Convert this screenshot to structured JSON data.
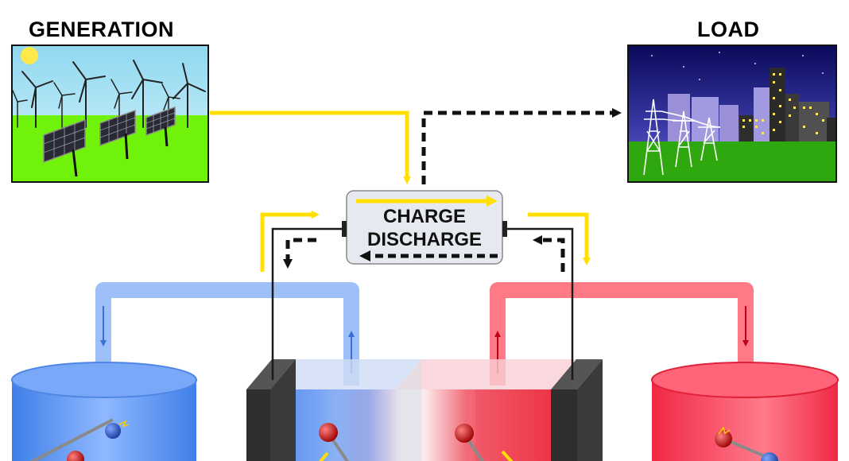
{
  "headings": {
    "generation": "GENERATION",
    "load": "LOAD"
  },
  "controller": {
    "charge_label": "CHARGE",
    "discharge_label": "DISCHARGE"
  },
  "colors": {
    "charge_flow": "#ffe000",
    "discharge_flow": "#000000",
    "anolyte": "#4d8ef0",
    "catholyte": "#f5334f",
    "electrode": "#2e2e2e"
  }
}
